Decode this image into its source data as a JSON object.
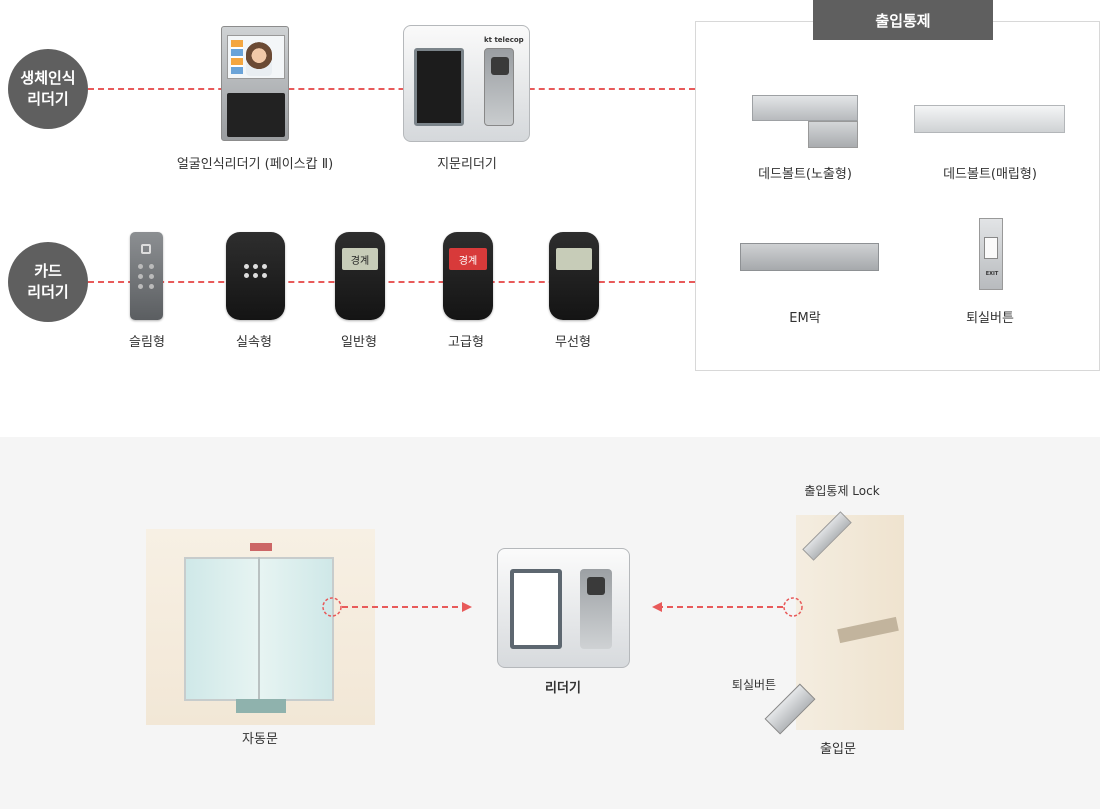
{
  "biometric": {
    "label_line1": "생체인식",
    "label_line2": "리더기",
    "devices": [
      {
        "name": "얼굴인식리더기 (페이스캅 Ⅱ)"
      },
      {
        "name": "지문리더기"
      }
    ]
  },
  "card": {
    "label_line1": "카드",
    "label_line2": "리더기",
    "devices": [
      {
        "name": "슬림형"
      },
      {
        "name": "실속형"
      },
      {
        "name": "일반형"
      },
      {
        "name": "고급형"
      },
      {
        "name": "무선형"
      }
    ],
    "screen_text": "경계"
  },
  "access_control": {
    "title": "출입통제",
    "items": [
      {
        "name": "데드볼트(노출형)"
      },
      {
        "name": "데드볼트(매립형)"
      },
      {
        "name": "EM락"
      },
      {
        "name": "퇴실버튼"
      }
    ],
    "exit_label": "EXIT"
  },
  "brand": {
    "logo_kt": "kt",
    "logo_text": "telecop"
  },
  "scenario": {
    "auto_door": "자동문",
    "reader": "리더기",
    "entry_door": "출입문",
    "lock_label": "출입통제 Lock",
    "exit_button": "퇴실버튼"
  },
  "colors": {
    "accent_dash": "#e85a5a",
    "label_bg": "#5f5f5f",
    "band_bg": "#f5f5f5",
    "alarm_red": "#d83a3a"
  }
}
